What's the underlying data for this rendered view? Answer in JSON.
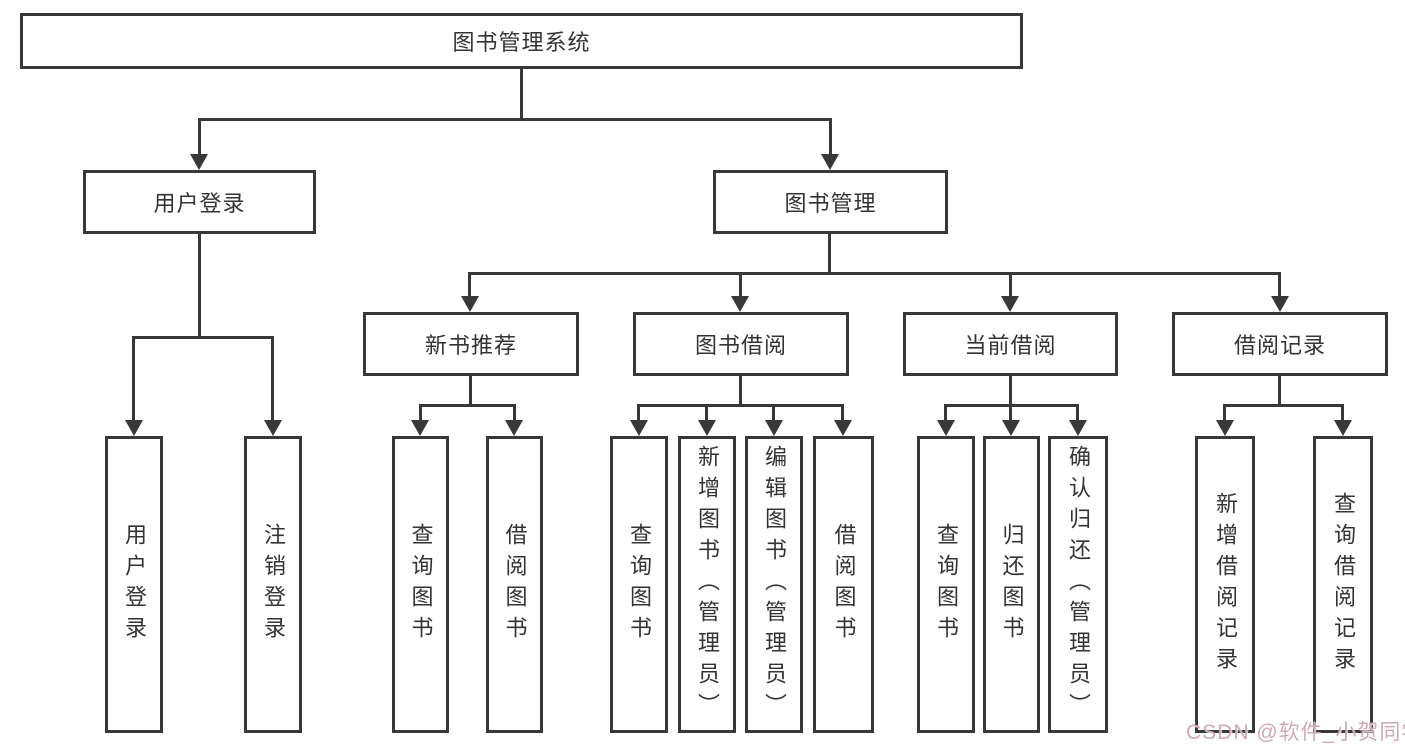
{
  "tree": {
    "root": {
      "label": "图书管理系统"
    },
    "branches": [
      {
        "label": "用户登录",
        "leaves": [
          {
            "label": "用户登录"
          },
          {
            "label": "注销登录"
          }
        ]
      },
      {
        "label": "图书管理",
        "groups": [
          {
            "label": "新书推荐",
            "leaves": [
              {
                "label": "查询图书"
              },
              {
                "label": "借阅图书"
              }
            ]
          },
          {
            "label": "图书借阅",
            "leaves": [
              {
                "label": "查询图书"
              },
              {
                "label": "新增图书（管理员）"
              },
              {
                "label": "编辑图书（管理员）"
              },
              {
                "label": "借阅图书"
              }
            ]
          },
          {
            "label": "当前借阅",
            "leaves": [
              {
                "label": "查询图书"
              },
              {
                "label": "归还图书"
              },
              {
                "label": "确认归还（管理员）"
              }
            ]
          },
          {
            "label": "借阅记录",
            "leaves": [
              {
                "label": "新增借阅记录"
              },
              {
                "label": "查询借阅记录"
              }
            ]
          }
        ]
      }
    ]
  },
  "watermark": {
    "text": "CSDN @软件_小贺同学"
  },
  "colors": {
    "line": "#383838",
    "text": "#333333",
    "background": "#ffffff",
    "watermark": "#cba4b4"
  }
}
